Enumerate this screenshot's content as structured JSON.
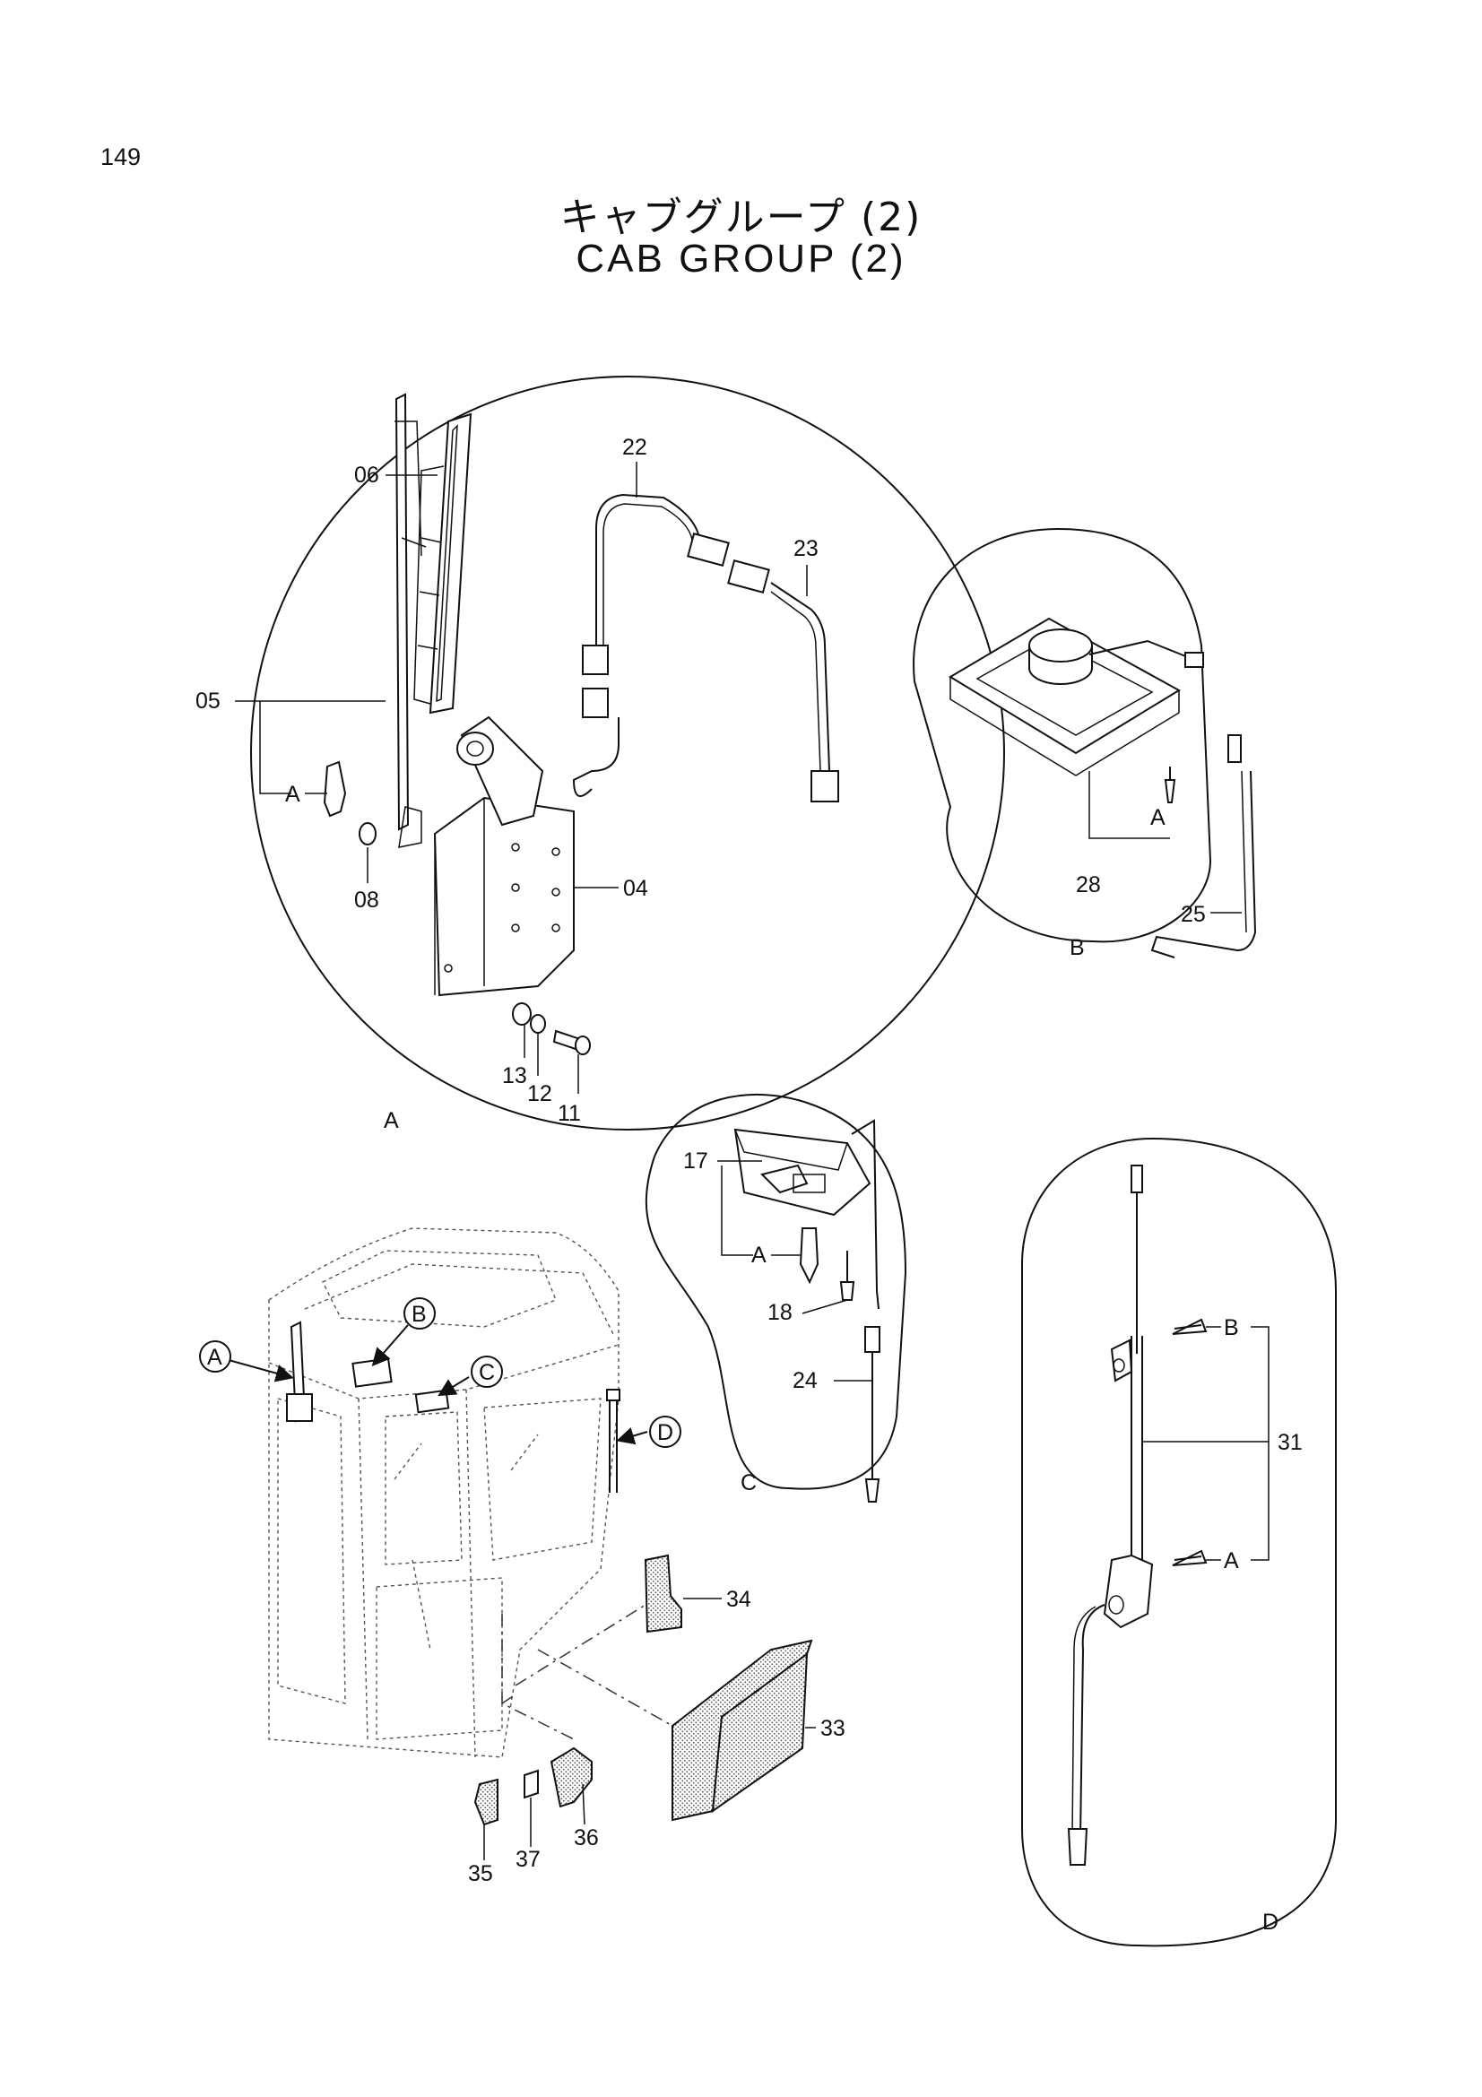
{
  "page_number": "149",
  "title_jp": "キャブグループ (2)",
  "title_en": "CAB GROUP (2)",
  "views": {
    "A": "A",
    "B": "B",
    "C": "C",
    "D": "D"
  },
  "callouts": {
    "p04": "04",
    "p05": "05",
    "p06": "06",
    "p08": "08",
    "p11": "11",
    "p12": "12",
    "p13": "13",
    "p17": "17",
    "p18": "18",
    "p22": "22",
    "p23": "23",
    "p24": "24",
    "p25": "25",
    "p28": "28",
    "p31": "31",
    "p33": "33",
    "p34": "34",
    "p35": "35",
    "p36": "36",
    "p37": "37"
  },
  "sub_refs": {
    "a_in_A": "A",
    "a_in_B": "A",
    "a_in_C": "A",
    "b_in_D": "B",
    "a_in_D": "A"
  },
  "cab_markers": {
    "A": "A",
    "B": "B",
    "C": "C",
    "D": "D"
  }
}
